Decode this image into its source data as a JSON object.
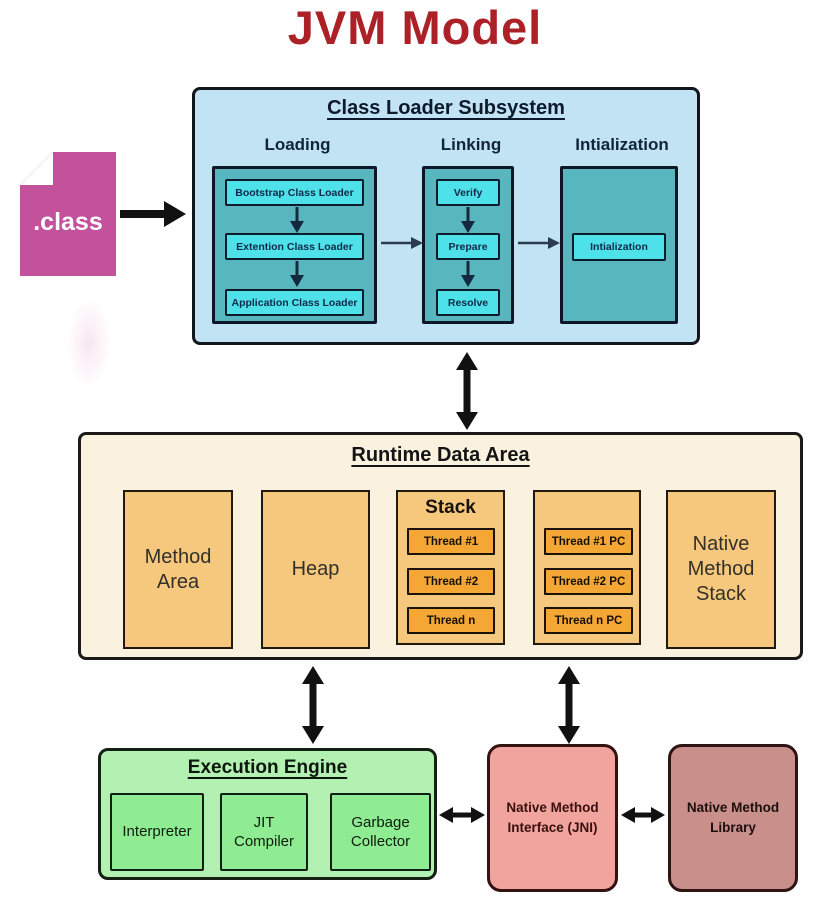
{
  "title": "JVM Model",
  "class_file": {
    "label": ".class"
  },
  "class_loader": {
    "title": "Class Loader Subsystem",
    "columns": [
      {
        "header": "Loading",
        "items": [
          "Bootstrap Class Loader",
          "Extention Class Loader",
          "Application Class Loader"
        ]
      },
      {
        "header": "Linking",
        "items": [
          "Verify",
          "Prepare",
          "Resolve"
        ]
      },
      {
        "header": "Intialization",
        "items": [
          "Intialization"
        ]
      }
    ]
  },
  "runtime": {
    "title": "Runtime Data Area",
    "method_area_label": "Method Area",
    "heap_label": "Heap",
    "stack": {
      "title": "Stack",
      "items": [
        "Thread #1",
        "Thread #2",
        "Thread n"
      ]
    },
    "pc_registers": {
      "items": [
        "Thread #1 PC",
        "Thread #2 PC",
        "Thread n PC"
      ]
    },
    "native_method_stack_label": "Native Method Stack"
  },
  "execution_engine": {
    "title": "Execution Engine",
    "items": [
      "Interpreter",
      "JIT Compiler",
      "Garbage Collector"
    ]
  },
  "jni": {
    "label": "Native Method Interface (JNI)"
  },
  "native_method_library": {
    "label": "Native Method Library"
  },
  "colors": {
    "title_red": "#ac2127",
    "subsystem_blue": "#c2e3f4",
    "teal": "#58b7be",
    "cyan": "#4fe1ea",
    "cream": "#faf2df",
    "orange_light": "#f6c87e",
    "orange_dark": "#f5a735",
    "green_panel": "#b2f1b2",
    "green_box": "#8fec92",
    "jni_salmon": "#f1a49e",
    "library_rose": "#c9908b",
    "class_file_magenta": "#c3519c",
    "arrow_black": "#111111"
  }
}
